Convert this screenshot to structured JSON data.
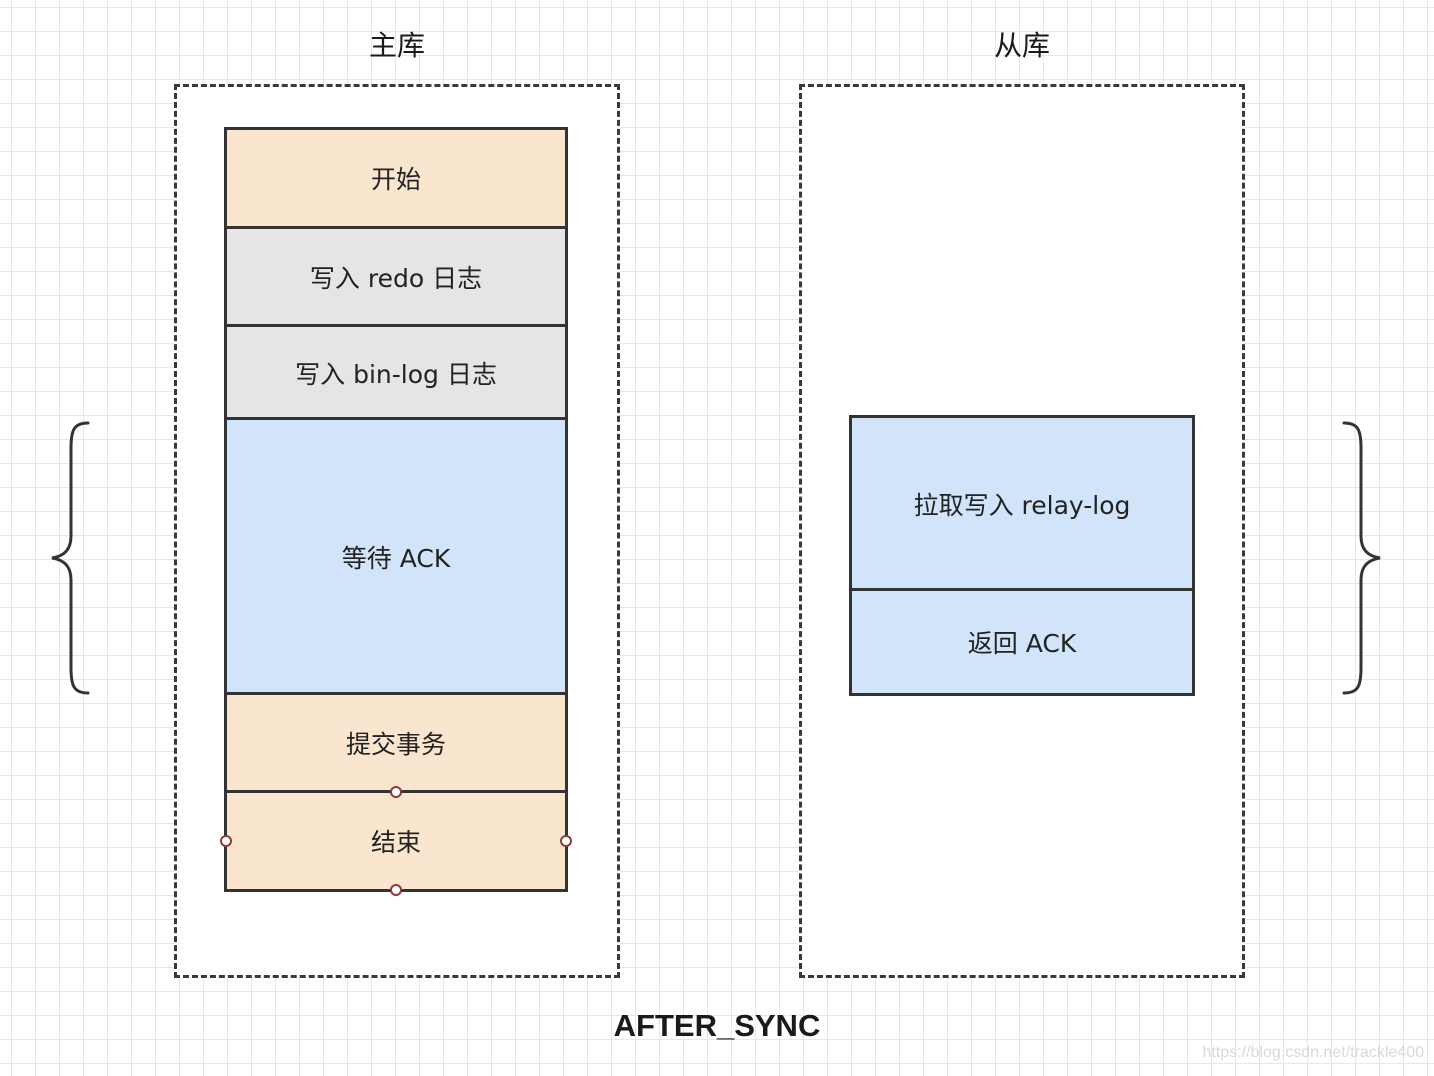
{
  "primary": {
    "title": "主库",
    "steps": [
      "开始",
      "写入 redo 日志",
      "写入 bin-log 日志",
      "等待 ACK",
      "提交事务",
      "结束"
    ]
  },
  "replica": {
    "title": "从库",
    "steps": [
      "拉取写入 relay-log",
      "返回 ACK"
    ]
  },
  "caption": "AFTER_SYNC",
  "watermark": "https://blog.csdn.net/trackle400",
  "colors": {
    "peach": "#fae5cf",
    "gray": "#e5e5e5",
    "blue": "#d1e4fa",
    "border": "#333333",
    "handle": "#8a3b3b"
  }
}
